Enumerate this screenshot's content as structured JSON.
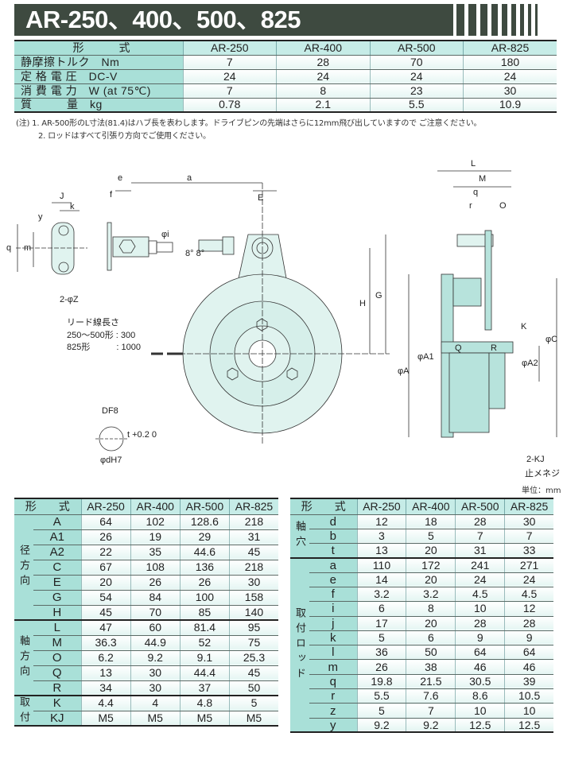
{
  "title": "AR-250、400、500、825",
  "spec_table": {
    "headers": [
      "形　　　式",
      "AR-250",
      "AR-400",
      "AR-500",
      "AR-825"
    ],
    "rows": [
      {
        "label": "静摩擦トルク　Nm",
        "values": [
          "7",
          "28",
          "70",
          "180"
        ]
      },
      {
        "label": "定 格 電 圧　DC-V",
        "values": [
          "24",
          "24",
          "24",
          "24"
        ]
      },
      {
        "label": "消 費 電 力　W (at 75℃)",
        "values": [
          "7",
          "8",
          "23",
          "30"
        ]
      },
      {
        "label": "質　　　量　kg",
        "values": [
          "0.78",
          "2.1",
          "5.5",
          "10.9"
        ]
      }
    ]
  },
  "notes": [
    "(注) 1. AR-500形のL寸法(81.4)はハブ長を表わします。ドライブピンの先端はさらに12mm飛び出していますので ご注意ください。",
    "2. ロッドはすべて引張り方向でご使用ください。"
  ],
  "drawing": {
    "labels": {
      "J": "J",
      "k": "k",
      "y": "y",
      "q": "q",
      "m": "m",
      "z": "2-φZ",
      "e": "e",
      "f": "f",
      "a": "a",
      "E": "E",
      "i": "φi",
      "theta": "8°  8°",
      "H": "H",
      "G": "G",
      "lead_title": "リード線長さ",
      "lead_1": "250～500形 :  300",
      "lead_2": "825形　　　: 1000",
      "DF8": "DF8",
      "t": "t +0.2 0",
      "dH7": "φdH7",
      "L": "L",
      "M": "M",
      "q2": "q",
      "r": "r",
      "O": "O",
      "K": "K",
      "A": "φA",
      "A1": "φA1",
      "A2": "φA2",
      "C": "φC",
      "Q": "Q",
      "R": "R",
      "KJ": "2-KJ",
      "setscrew": "止メネジ"
    }
  },
  "unit": "単位：mm",
  "dim_left": {
    "headers": [
      "形　　式",
      "AR-250",
      "AR-400",
      "AR-500",
      "AR-825"
    ],
    "groups": [
      {
        "name": "径方向",
        "rows": [
          {
            "label": "A",
            "values": [
              "64",
              "102",
              "128.6",
              "218"
            ]
          },
          {
            "label": "A1",
            "values": [
              "26",
              "19",
              "29",
              "31"
            ]
          },
          {
            "label": "A2",
            "values": [
              "22",
              "35",
              "44.6",
              "45"
            ]
          },
          {
            "label": "C",
            "values": [
              "67",
              "108",
              "136",
              "218"
            ]
          },
          {
            "label": "E",
            "values": [
              "20",
              "26",
              "26",
              "30"
            ]
          },
          {
            "label": "G",
            "values": [
              "54",
              "84",
              "100",
              "158"
            ]
          },
          {
            "label": "H",
            "values": [
              "45",
              "70",
              "85",
              "140"
            ]
          }
        ]
      },
      {
        "name": "軸方向",
        "rows": [
          {
            "label": "L",
            "values": [
              "47",
              "60",
              "81.4",
              "95"
            ]
          },
          {
            "label": "M",
            "values": [
              "36.3",
              "44.9",
              "52",
              "75"
            ]
          },
          {
            "label": "O",
            "values": [
              "6.2",
              "9.2",
              "9.1",
              "25.3"
            ]
          },
          {
            "label": "Q",
            "values": [
              "13",
              "30",
              "44.4",
              "45"
            ]
          },
          {
            "label": "R",
            "values": [
              "34",
              "30",
              "37",
              "50"
            ]
          }
        ]
      },
      {
        "name": "取付",
        "rows": [
          {
            "label": "K",
            "values": [
              "4.4",
              "4",
              "4.8",
              "5"
            ]
          },
          {
            "label": "KJ",
            "values": [
              "M5",
              "M5",
              "M5",
              "M5"
            ]
          }
        ]
      }
    ]
  },
  "dim_right": {
    "headers": [
      "形　　式",
      "AR-250",
      "AR-400",
      "AR-500",
      "AR-825"
    ],
    "groups": [
      {
        "name": "軸穴",
        "rows": [
          {
            "label": "d",
            "values": [
              "12",
              "18",
              "28",
              "30"
            ]
          },
          {
            "label": "b",
            "values": [
              "3",
              "5",
              "7",
              "7"
            ]
          },
          {
            "label": "t",
            "values": [
              "13",
              "20",
              "31",
              "33"
            ]
          }
        ]
      },
      {
        "name": "取付ロッド",
        "rows": [
          {
            "label": "a",
            "values": [
              "110",
              "172",
              "241",
              "271"
            ]
          },
          {
            "label": "e",
            "values": [
              "14",
              "20",
              "24",
              "24"
            ]
          },
          {
            "label": "f",
            "values": [
              "3.2",
              "3.2",
              "4.5",
              "4.5"
            ]
          },
          {
            "label": "i",
            "values": [
              "6",
              "8",
              "10",
              "12"
            ]
          },
          {
            "label": "j",
            "values": [
              "17",
              "20",
              "28",
              "28"
            ]
          },
          {
            "label": "k",
            "values": [
              "5",
              "6",
              "9",
              "9"
            ]
          },
          {
            "label": "l",
            "values": [
              "36",
              "50",
              "64",
              "64"
            ]
          },
          {
            "label": "m",
            "values": [
              "26",
              "38",
              "46",
              "46"
            ]
          },
          {
            "label": "q",
            "values": [
              "19.8",
              "21.5",
              "30.5",
              "39"
            ]
          },
          {
            "label": "r",
            "values": [
              "5.5",
              "7.6",
              "8.6",
              "10.5"
            ]
          },
          {
            "label": "z",
            "values": [
              "5",
              "7",
              "10",
              "10"
            ]
          },
          {
            "label": "y",
            "values": [
              "9.2",
              "9.2",
              "12.5",
              "12.5"
            ]
          }
        ]
      }
    ]
  }
}
